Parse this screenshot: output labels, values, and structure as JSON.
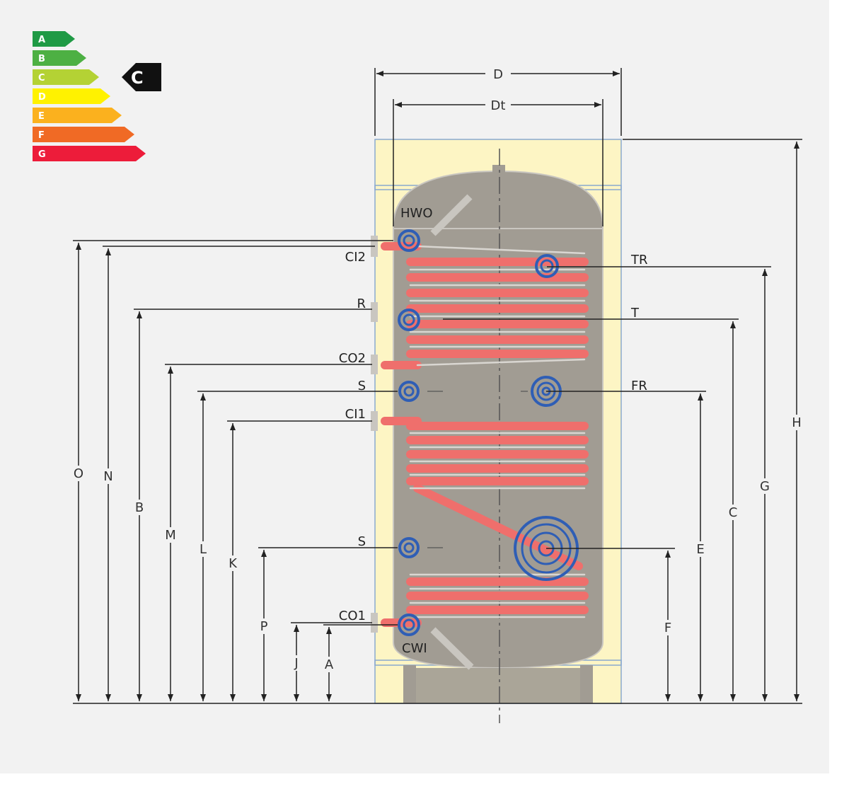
{
  "energy_label": {
    "classes": [
      {
        "letter": "A",
        "color": "#1f9a45"
      },
      {
        "letter": "B",
        "color": "#4db043"
      },
      {
        "letter": "C",
        "color": "#b4d234"
      },
      {
        "letter": "D",
        "color": "#fff200"
      },
      {
        "letter": "E",
        "color": "#fbb11e"
      },
      {
        "letter": "F",
        "color": "#f06a25"
      },
      {
        "letter": "G",
        "color": "#ed1c3a"
      }
    ],
    "current": "C"
  },
  "dimensions": {
    "top": {
      "D": "D",
      "Dt": "Dt"
    },
    "left": [
      "O",
      "N",
      "B",
      "M",
      "L",
      "K",
      "P",
      "J",
      "A"
    ],
    "right": [
      "F",
      "E",
      "C",
      "G",
      "H"
    ]
  },
  "connections_left": [
    "HWO",
    "CI2",
    "R",
    "CO2",
    "S",
    "CI1",
    "S",
    "CO1",
    "CWI"
  ],
  "connections_right": [
    "TR",
    "T",
    "FR"
  ],
  "colors": {
    "insulation": "#fdf5c4",
    "tank": "#a19c93",
    "coil": "#ef6f6c",
    "fitting": "#2f5eb5",
    "frame": "#8aa9cf"
  }
}
